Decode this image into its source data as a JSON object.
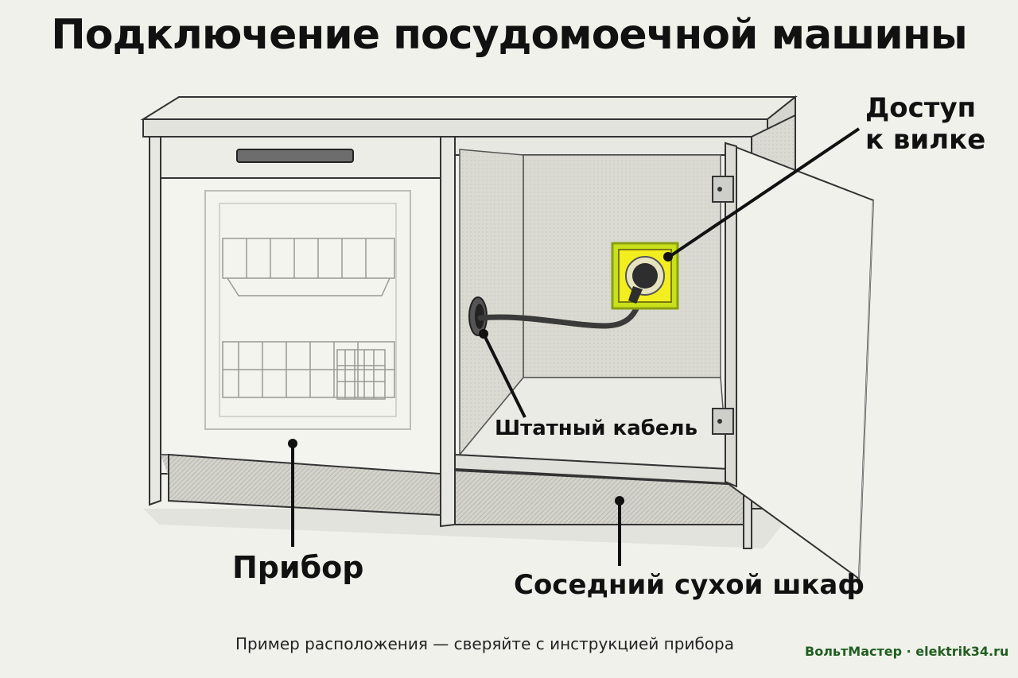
{
  "title": "Подключение посудомоечной машины",
  "labels": {
    "plug_access_line1": "Доступ",
    "plug_access_line2": "к вилке",
    "cable": "Штатный кабель",
    "device": "Прибор",
    "cabinet": "Соседний сухой шкаф"
  },
  "caption": "Пример расположения — сверяйте с инструкцией прибора",
  "brand": "ВольтМастер · elektrik34.ru",
  "colors": {
    "socket": "#f2ee1f",
    "brand": "#1f5e1f",
    "line": "#111111"
  }
}
